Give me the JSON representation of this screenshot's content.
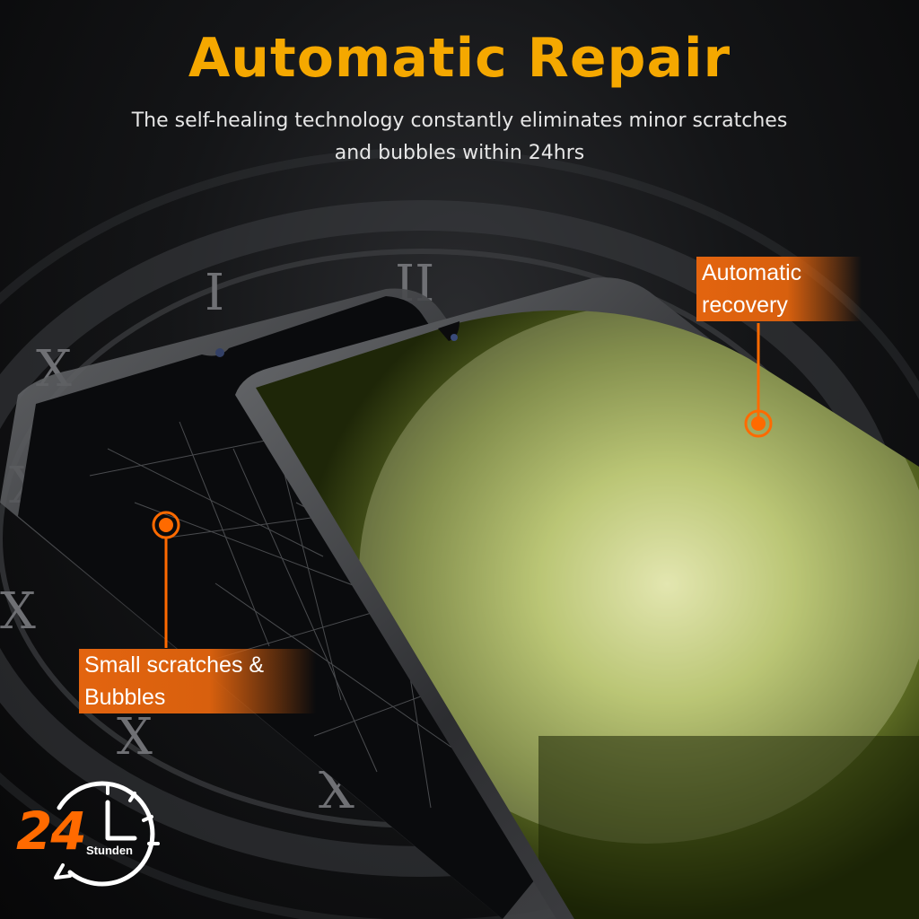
{
  "header": {
    "title": "Automatic Repair",
    "subtitle_lines": [
      "The self-healing technology constantly eliminates minor scratches",
      "and bubbles within 24hrs"
    ]
  },
  "callouts": {
    "recovery": {
      "lines": [
        "Automatic",
        "recovery"
      ]
    },
    "scratches": {
      "lines": [
        "Small scratches &",
        "Bubbles"
      ]
    }
  },
  "badge": {
    "number": "24",
    "unit": "Stunden",
    "icon": "clock-icon"
  },
  "colors": {
    "accent": "#f5a800",
    "callout": "#e3640f",
    "badge_number": "#ff6a00"
  }
}
